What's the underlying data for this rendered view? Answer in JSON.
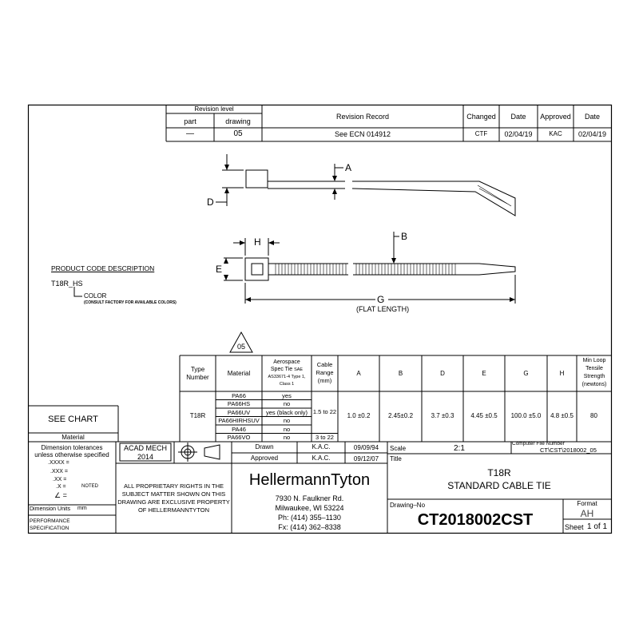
{
  "revision": {
    "level_label": "Revision level",
    "part_label": "part",
    "drawing_label": "drawing",
    "record_label": "Revision Record",
    "changed_label": "Changed",
    "date_label": "Date",
    "approved_label": "Approved",
    "date2_label": "Date",
    "part_value": "—",
    "drawing_value": "05",
    "record_value": "See ECN 014912",
    "changed_value": "CTF",
    "date_value": "02/04/19",
    "approved_value": "KAC",
    "date2_value": "02/04/19"
  },
  "drawing": {
    "dim_a": "A",
    "dim_b": "B",
    "dim_d": "D",
    "dim_e": "E",
    "dim_h": "H",
    "dim_g": "G",
    "flat_length": "(FLAT LENGTH)"
  },
  "product_code": {
    "heading": "PRODUCT CODE DESCRIPTION",
    "code": "T18R_HS",
    "color_label": "COLOR",
    "note": "(CONSULT FACTORY FOR AVAILABLE COLORS)"
  },
  "revision_triangle": "05",
  "spec_table": {
    "headers": {
      "type_number": "Type Number",
      "material": "Material",
      "aero_line1": "Aerospace",
      "aero_line2": "Spec Tie",
      "aero_sae": "SAE",
      "aero_line3": "AS33671-4 Type 1,",
      "aero_line4": "Class 1",
      "cable_range": "Cable Range (mm)",
      "a": "A",
      "b": "B",
      "d": "D",
      "e": "E",
      "g": "G",
      "h": "H",
      "min_loop": "Min Loop Tensile Strength (newtons)"
    },
    "type_value": "T18R",
    "materials": [
      {
        "name": "PA66",
        "aero": "yes"
      },
      {
        "name": "PA66HS",
        "aero": "no"
      },
      {
        "name": "PA66UV",
        "aero": "yes (black only)"
      },
      {
        "name": "PA66HIRHSUV",
        "aero": "no"
      },
      {
        "name": "PA46",
        "aero": "no"
      },
      {
        "name": "PA66VO",
        "aero": "no"
      }
    ],
    "cable_range_main": "1.5 to 22",
    "cable_range_vo": "3 to 22",
    "a_value": "1.0 ±0.2",
    "b_value": "2.45±0.2",
    "d_value": "3.7 ±0.3",
    "e_value": "4.45 ±0.5",
    "g_value": "100.0 ±5.0",
    "h_value": "4.8 ±0.5",
    "strength_value": "80"
  },
  "see_chart": "SEE CHART",
  "material_label": "Material",
  "tolerances": {
    "heading1": "Dimension tolerances",
    "heading2": "unless otherwise specified",
    "xxxx": ".XXXX =",
    "xxx": ".XXX =",
    "xx": ".XX =",
    "x": ".X =",
    "noted": "NOTED",
    "angle": "∠ ="
  },
  "dimension_units_label": "Dimension Units",
  "dimension_units_value": "mm",
  "performance_spec": "PERFORMANCE SPECIFICATION",
  "acad": {
    "line1": "ACAD MECH",
    "line2": "2014"
  },
  "proprietary": "ALL PROPRIETARY RIGHTS IN THE SUBJECT MATTER SHOWN ON THIS DRAWING ARE EXCLUSIVE PROPERTY OF HELLERMANNTYTON",
  "signoff": {
    "drawn_label": "Drawn",
    "drawn_by": "K.A.C.",
    "drawn_date": "09/09/94",
    "approved_label": "Approved",
    "approved_by": "K.A.C.",
    "approved_date": "09/12/07"
  },
  "company": {
    "name": "HellermannTyton",
    "address1": "7930 N. Faulkner Rd.",
    "address2": "Milwaukee, WI  53224",
    "phone": "Ph:  (414)  355–1130",
    "fax": "Fx:  (414)  362–8338"
  },
  "scale_label": "Scale",
  "scale_value": "2:1",
  "computer_file_label": "Computer File Number",
  "computer_file_value": "CT\\CST\\2018002_05",
  "title_label": "Title",
  "title_line1": "T18R",
  "title_line2": "STANDARD CABLE TIE",
  "drawing_no_label": "Drawing–No",
  "drawing_no": "CT2018002CST",
  "format_label": "Format",
  "format_value": "AH",
  "sheet_label": "Sheet",
  "sheet_value": "1 of 1"
}
